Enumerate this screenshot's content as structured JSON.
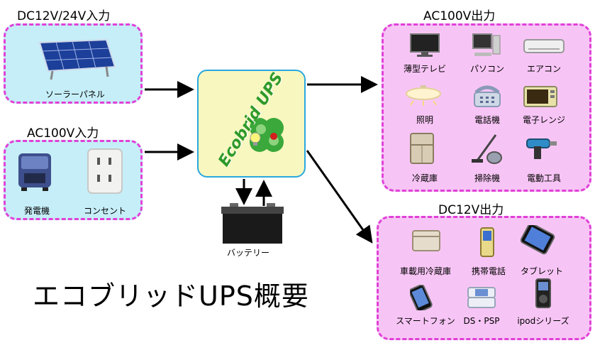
{
  "groups": {
    "dc_input": {
      "title": "DC12V/24V入力",
      "items": [
        {
          "label": "ソーラーパネル",
          "icon": "solar-panel-icon"
        }
      ]
    },
    "ac_input": {
      "title": "AC100V入力",
      "items": [
        {
          "label": "発電機",
          "icon": "generator-icon"
        },
        {
          "label": "コンセント",
          "icon": "outlet-icon"
        }
      ]
    },
    "ac_output": {
      "title": "AC100V出力",
      "items": [
        {
          "label": "薄型テレビ",
          "icon": "tv-icon"
        },
        {
          "label": "パソコン",
          "icon": "pc-icon"
        },
        {
          "label": "エアコン",
          "icon": "air-conditioner-icon"
        },
        {
          "label": "照明",
          "icon": "light-icon"
        },
        {
          "label": "電話機",
          "icon": "telephone-icon"
        },
        {
          "label": "電子レンジ",
          "icon": "microwave-icon"
        },
        {
          "label": "冷蔵庫",
          "icon": "refrigerator-icon"
        },
        {
          "label": "掃除機",
          "icon": "vacuum-icon"
        },
        {
          "label": "電動工具",
          "icon": "power-tool-icon"
        }
      ]
    },
    "dc_output": {
      "title": "DC12V出力",
      "items": [
        {
          "label": "車載用冷蔵庫",
          "icon": "car-fridge-icon"
        },
        {
          "label": "携帯電話",
          "icon": "mobile-phone-icon"
        },
        {
          "label": "タブレット",
          "icon": "tablet-icon"
        },
        {
          "label": "スマートフォン",
          "icon": "smartphone-icon"
        },
        {
          "label": "DS・PSP",
          "icon": "game-console-icon"
        },
        {
          "label": "ipodシリーズ",
          "icon": "ipod-icon"
        }
      ]
    }
  },
  "center": {
    "logo_text": "Ecobrid UPS"
  },
  "battery": {
    "label": "バッテリー"
  },
  "page_title": "エコブリッドUPS概要",
  "colors": {
    "border_dash": "#e040d8",
    "input_bg": "#c6eef8",
    "output_bg": "#f7c5f5",
    "center_bg": "#f8f7bf",
    "center_border": "#2aa8e0",
    "logo_green": "#2f9a2a"
  }
}
